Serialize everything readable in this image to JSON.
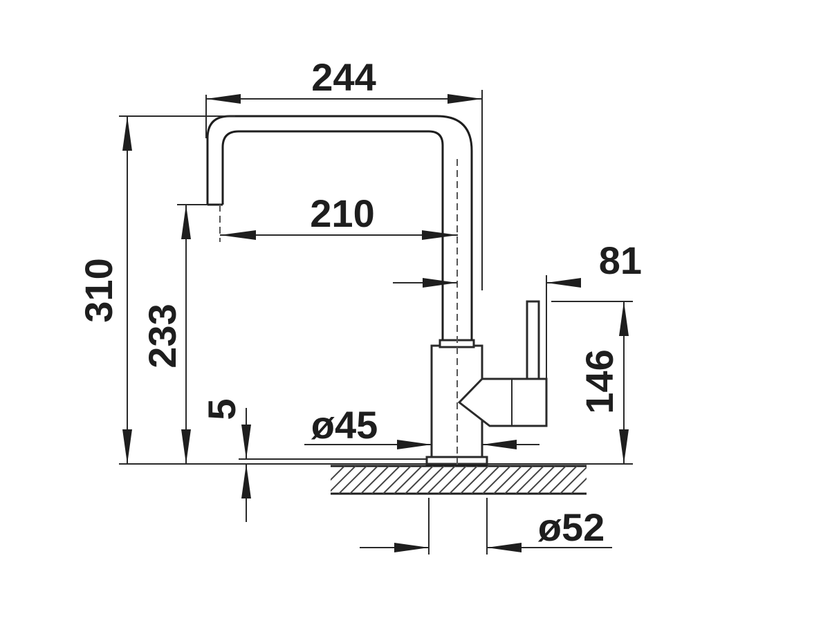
{
  "dimensions": {
    "width_top": "244",
    "reach": "210",
    "handle_offset": "81",
    "total_height": "310",
    "spout_height": "233",
    "max_counter": "5",
    "base_diameter": "ø45",
    "hole_diameter": "ø52",
    "handle_height": "146"
  },
  "colors": {
    "line": "#1e1e1e",
    "background": "#ffffff"
  }
}
